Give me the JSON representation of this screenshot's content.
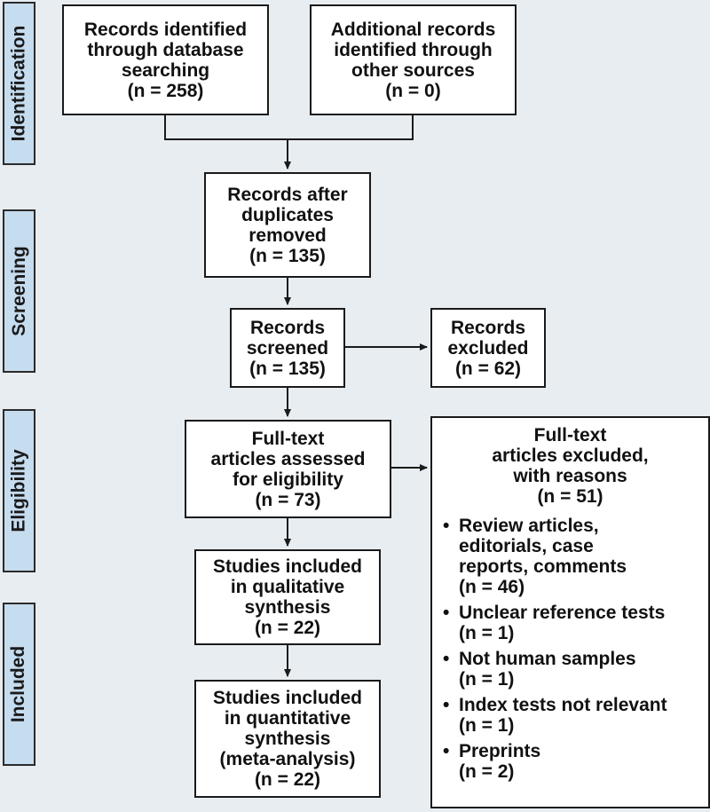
{
  "phases": {
    "identification": "Identification",
    "screening": "Screening",
    "eligibility": "Eligibility",
    "included": "Included"
  },
  "boxes": {
    "db_search": [
      "Records identified",
      "through database",
      "searching",
      "(n = 258)"
    ],
    "other_sources": [
      "Additional records",
      "identified through",
      "other sources",
      "(n = 0)"
    ],
    "after_duplicates": [
      "Records after",
      "duplicates",
      "removed",
      "(n = 135)"
    ],
    "screened": [
      "Records",
      "screened",
      "(n = 135)"
    ],
    "excluded": [
      "Records",
      "excluded",
      "(n = 62)"
    ],
    "fulltext_assessed": [
      "Full-text",
      "articles assessed",
      "for eligibility",
      "(n = 73)"
    ],
    "qualitative": [
      "Studies included",
      "in qualitative",
      "synthesis",
      "(n = 22)"
    ],
    "quantitative": [
      "Studies included",
      "in quantitative",
      "synthesis",
      "(meta-analysis)",
      "(n = 22)"
    ]
  },
  "fulltext_excluded": {
    "heading": [
      "Full-text",
      "articles excluded,",
      "with reasons",
      "(n = 51)"
    ],
    "reasons": [
      [
        "Review articles,",
        "editorials, case",
        "reports, comments",
        "(n = 46)"
      ],
      [
        "Unclear reference tests",
        "(n = 1)"
      ],
      [
        "Not human samples",
        "(n = 1)"
      ],
      [
        "Index tests not relevant",
        "(n = 1)"
      ],
      [
        "Preprints",
        "(n = 2)"
      ]
    ],
    "bullet": "•"
  }
}
